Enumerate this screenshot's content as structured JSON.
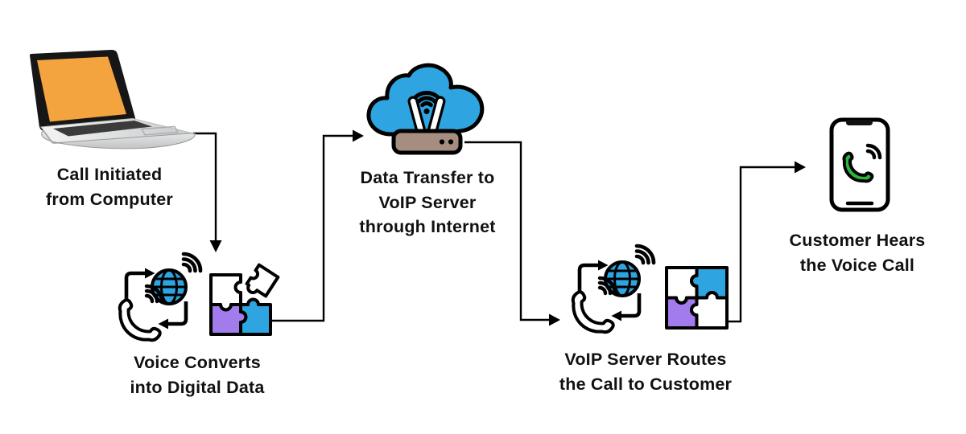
{
  "title": "VoIP call flow diagram",
  "colors": {
    "accent_blue": "#2EA5E0",
    "accent_purple": "#A27CEC",
    "accent_orange": "#F3A43E",
    "accent_green": "#2DB53C",
    "router_tan": "#A58D80",
    "outline_black": "#000000",
    "text_color": "#111111",
    "background": "#FFFFFF"
  },
  "steps": [
    {
      "id": "computer",
      "lines": [
        "Call Initiated",
        "from Computer"
      ],
      "icons": [
        "laptop-icon"
      ]
    },
    {
      "id": "digitize",
      "lines": [
        "Voice Converts",
        "into Digital Data"
      ],
      "icons": [
        "voip-call-icon",
        "puzzle-pieces-icon"
      ]
    },
    {
      "id": "internet",
      "lines": [
        "Data Transfer to",
        "VoIP Server",
        "through Internet"
      ],
      "icons": [
        "cloud-icon",
        "wifi-icon",
        "router-icon"
      ]
    },
    {
      "id": "route",
      "lines": [
        "VoIP Server Routes",
        "the Call to Customer"
      ],
      "icons": [
        "voip-call-icon",
        "puzzle-complete-icon"
      ]
    },
    {
      "id": "customer",
      "lines": [
        "Customer Hears",
        "the Voice Call"
      ],
      "icons": [
        "smartphone-call-icon"
      ]
    }
  ],
  "connectors": [
    {
      "from": "computer",
      "to": "digitize",
      "direction": "down"
    },
    {
      "from": "digitize",
      "to": "internet",
      "direction": "right"
    },
    {
      "from": "internet",
      "to": "route",
      "direction": "right"
    },
    {
      "from": "route",
      "to": "customer",
      "direction": "right"
    }
  ]
}
